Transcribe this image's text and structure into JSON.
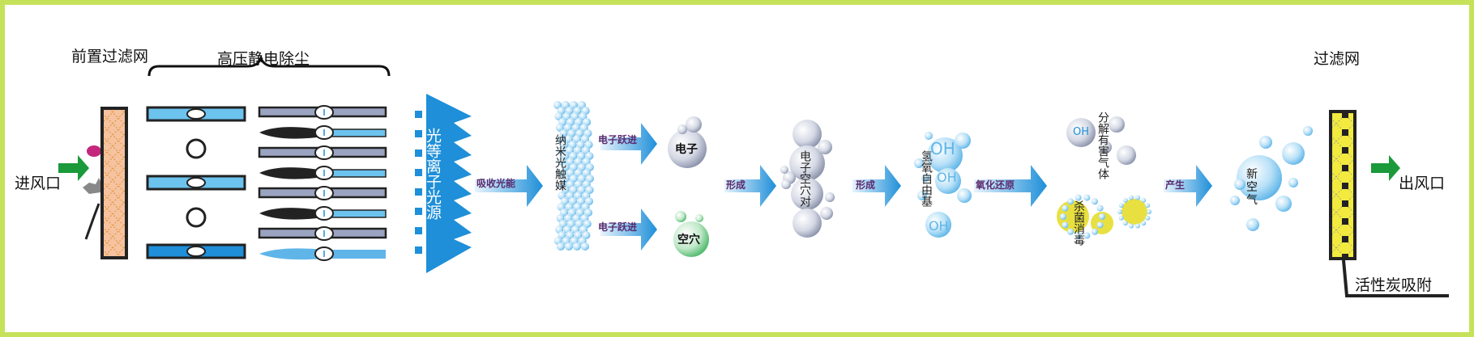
{
  "labels": {
    "prefilter": "前置过滤网",
    "hv_dust": "高压静电除尘",
    "inlet": "进风口",
    "filter": "过滤网",
    "outlet": "出风口",
    "carbon": "活性炭吸附",
    "plasma_source": "光等离子光源",
    "nano_catalyst": "纳米光触媒",
    "absorb_light": "吸收光能",
    "electron_transition_1": "电子跃进",
    "electron_transition_2": "电子跃进",
    "electron": "电子",
    "hole": "空穴",
    "form_1": "形成",
    "electron_hole_pair": "电子空穴对",
    "form_2": "形成",
    "hydroxyl_radical": "氢氧自由基",
    "oxidation_reduction": "氧化还原",
    "decompose_gas": "分解有害气体",
    "sterilize": "杀菌消毒",
    "produce": "产生",
    "fresh_air": "新空气",
    "oh": "OH"
  },
  "colors": {
    "border": "#c6e25a",
    "blue": "#1e8fd8",
    "light_blue": "#5fb5e8",
    "green_arrow": "#1a9a3a",
    "filter_fill": "#f6c3a1",
    "filter_dot": "#e59a40",
    "carbon_fill": "#f2ea3e",
    "arrow_text": "#5b2a6e"
  }
}
